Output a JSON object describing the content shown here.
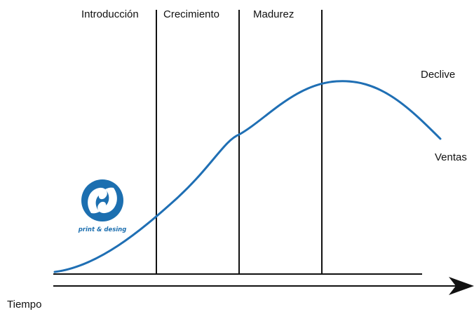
{
  "diagram": {
    "stages": {
      "introduction": "Introducción",
      "growth": "Crecimiento",
      "maturity": "Madurez",
      "decline": "Declive"
    },
    "curve_label": "Ventas",
    "time_axis_label": "Tiempo"
  },
  "logo": {
    "text": "print & desing",
    "color": "#1c6fb0",
    "icon": "swirl-logo-icon"
  },
  "colors": {
    "lines": "#111111",
    "curve": "#1f6fb4"
  }
}
